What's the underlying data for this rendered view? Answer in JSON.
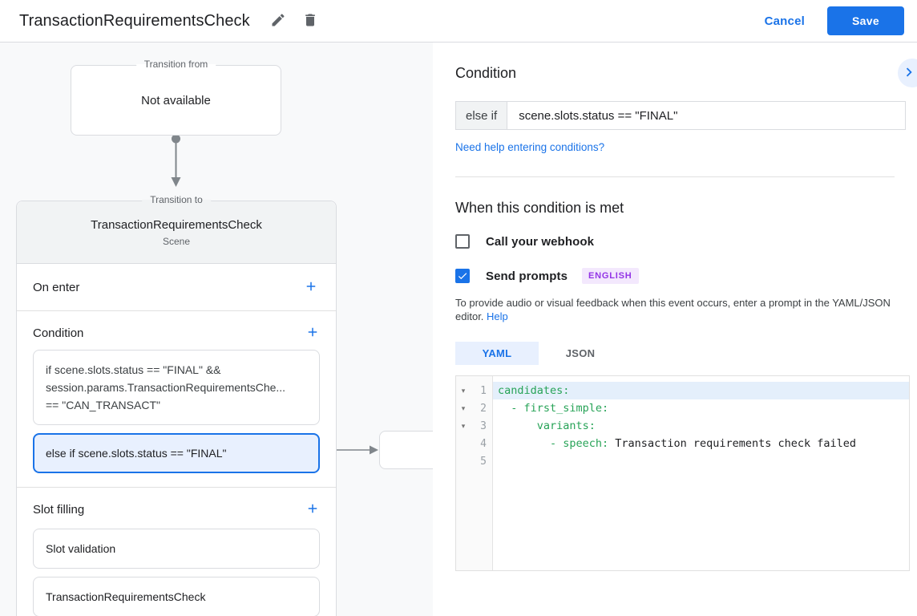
{
  "header": {
    "title": "TransactionRequirementsCheck",
    "cancel_label": "Cancel",
    "save_label": "Save"
  },
  "colors": {
    "accent": "#1a73e8",
    "selected_condition_bg": "#e8f0fe",
    "badge_bg": "#f3e8fd",
    "badge_text": "#9334e6",
    "code_key_green": "#27a357",
    "canvas_bg": "#f8f9fa"
  },
  "diagram": {
    "transition_from": {
      "legend": "Transition from",
      "content": "Not available"
    },
    "transition_to": {
      "legend": "Transition to",
      "title": "TransactionRequirementsCheck",
      "subtitle": "Scene",
      "on_enter_label": "On enter",
      "condition_label": "Condition",
      "condition_1_lines": [
        "if scene.slots.status == \"FINAL\" &&",
        "session.params.TransactionRequirementsChe...",
        "== \"CAN_TRANSACT\""
      ],
      "condition_2_text": "else if scene.slots.status == \"FINAL\"",
      "slot_filling_label": "Slot filling",
      "slot_items": [
        "Slot validation",
        "TransactionRequirementsCheck"
      ]
    }
  },
  "panel": {
    "condition_heading": "Condition",
    "condition_prefix": "else if",
    "condition_value": "scene.slots.status == \"FINAL\"",
    "help_link": "Need help entering conditions?",
    "when_heading": "When this condition is met",
    "webhook_label": "Call your webhook",
    "prompts_label": "Send prompts",
    "language_badge": "ENGLISH",
    "description": "To provide audio or visual feedback when this event occurs, enter a prompt in the YAML/JSON editor.",
    "help_label": "Help",
    "tabs": {
      "yaml": "YAML",
      "json": "JSON"
    },
    "editor": {
      "lines": [
        {
          "num": "1",
          "key": "candidates:",
          "value": ""
        },
        {
          "num": "2",
          "key": "  - first_simple:",
          "value": ""
        },
        {
          "num": "3",
          "key": "      variants:",
          "value": ""
        },
        {
          "num": "4",
          "key": "        - speech:",
          "value": " Transaction requirements check failed"
        },
        {
          "num": "5",
          "key": "",
          "value": ""
        }
      ]
    }
  }
}
